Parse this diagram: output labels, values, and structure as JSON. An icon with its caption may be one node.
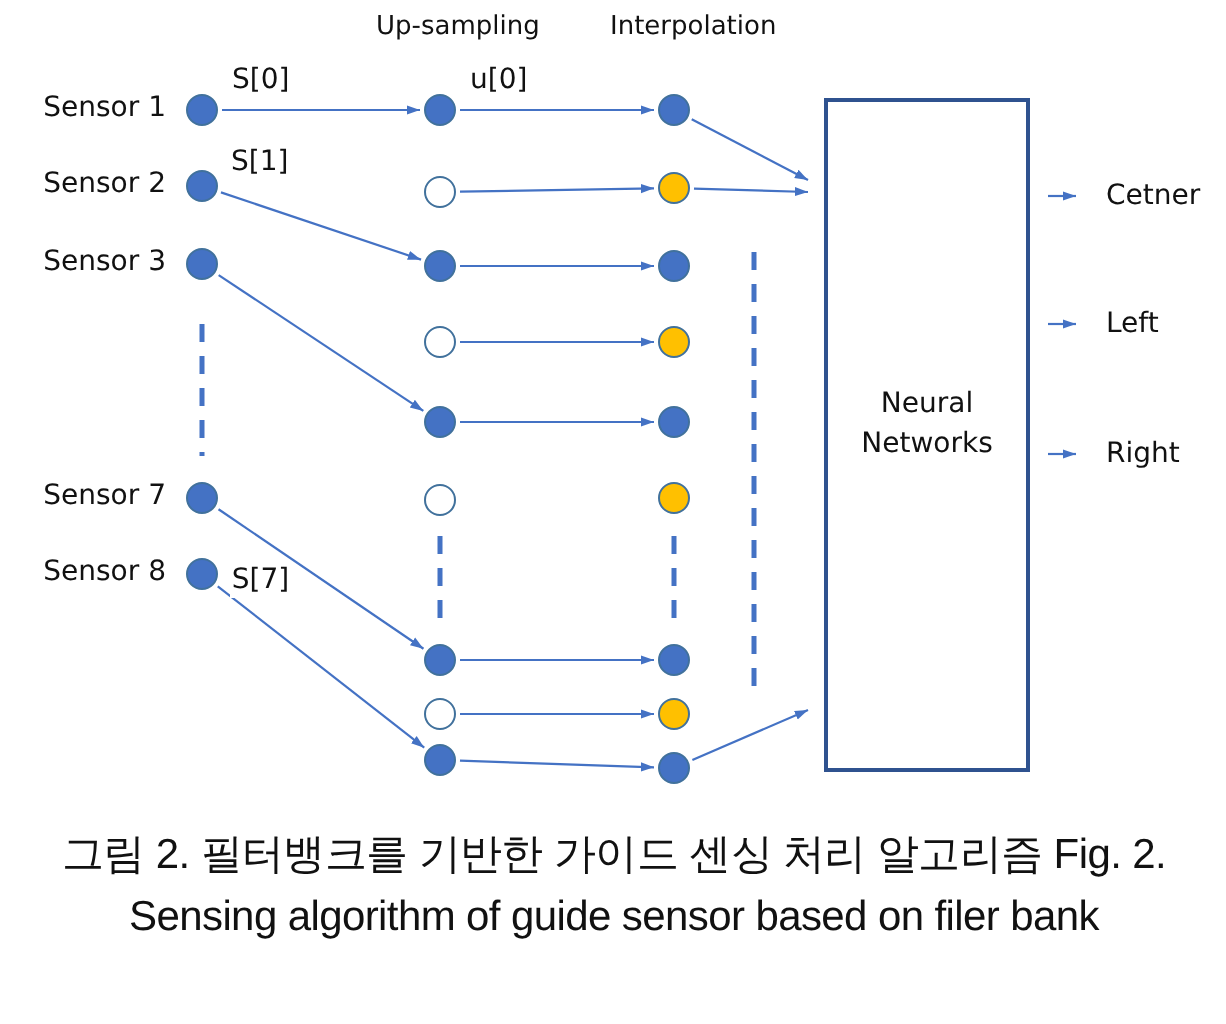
{
  "diagram": {
    "caption": "그림 2. 필터뱅크를 기반한 가이드 센싱 처리 알고리즘 Fig. 2. Sensing algorithm of guide sensor based on filer bank",
    "nodes": [
      {
        "text": [],
        "shape": "circle",
        "beside": [
          "Sensor 1"
        ]
      },
      {
        "text": [],
        "shape": "circle",
        "beside": [
          "Sensor 2"
        ]
      },
      {
        "text": [],
        "shape": "circle",
        "beside": [
          "Sensor 3"
        ]
      },
      {
        "text": [],
        "shape": "circle",
        "beside": [
          "Sensor 7"
        ]
      },
      {
        "text": [],
        "shape": "circle",
        "beside": [
          "Sensor 8"
        ]
      },
      {
        "text": [],
        "shape": "circle"
      },
      {
        "text": [],
        "shape": "circle"
      },
      {
        "text": [],
        "shape": "circle"
      },
      {
        "text": [],
        "shape": "circle"
      },
      {
        "text": [],
        "shape": "circle"
      },
      {
        "text": [],
        "shape": "circle"
      },
      {
        "text": [],
        "shape": "circle"
      },
      {
        "text": [],
        "shape": "circle"
      },
      {
        "text": [],
        "shape": "circle"
      },
      {
        "text": [],
        "shape": "circle"
      },
      {
        "text": [],
        "shape": "circle"
      },
      {
        "text": [],
        "shape": "circle"
      },
      {
        "text": [],
        "shape": "circle"
      },
      {
        "text": [],
        "shape": "circle"
      },
      {
        "text": [],
        "shape": "circle"
      },
      {
        "text": [],
        "shape": "circle"
      },
      {
        "text": [],
        "shape": "circle"
      },
      {
        "text": [],
        "shape": "circle"
      },
      {
        "text": [
          "Neural Networks"
        ]
      },
      {
        "text": [
          "Cetner"
        ]
      },
      {
        "text": [
          "Left"
        ]
      },
      {
        "text": [
          "Right"
        ]
      }
    ],
    "edges": [
      {
        "from": 0,
        "to": 5,
        "arrow": "to",
        "label": "S[0]"
      },
      {
        "from": 1,
        "to": 7,
        "arrow": "to",
        "label": "S[1]"
      },
      {
        "from": 2,
        "to": 9,
        "arrow": "to"
      },
      {
        "from": 3,
        "to": 11,
        "arrow": "to"
      },
      {
        "from": 4,
        "to": 13,
        "arrow": "to",
        "label": "S[7]"
      },
      {
        "from": 5,
        "to": 14,
        "arrow": "to",
        "label": "u[0]"
      },
      {
        "from": 6,
        "to": 15,
        "arrow": "to"
      },
      {
        "from": 7,
        "to": 16,
        "arrow": "to"
      },
      {
        "from": 8,
        "to": 17,
        "arrow": "to"
      },
      {
        "from": 9,
        "to": 18,
        "arrow": "to"
      },
      {
        "from": 11,
        "to": 20,
        "arrow": "to"
      },
      {
        "from": 12,
        "to": 21,
        "arrow": "to"
      },
      {
        "from": 13,
        "to": 22,
        "arrow": "to"
      },
      {
        "from": 14,
        "to": 23,
        "arrow": "to"
      },
      {
        "from": 15,
        "to": 23,
        "arrow": "to"
      },
      {
        "from": 22,
        "to": 23,
        "arrow": "to"
      },
      {
        "from": 23,
        "to": 24,
        "arrow": "to"
      },
      {
        "from": 23,
        "to": 25,
        "arrow": "to"
      },
      {
        "from": 23,
        "to": 26,
        "arrow": "to"
      }
    ],
    "labels": [
      "Up-sampling",
      "Interpolation"
    ]
  }
}
